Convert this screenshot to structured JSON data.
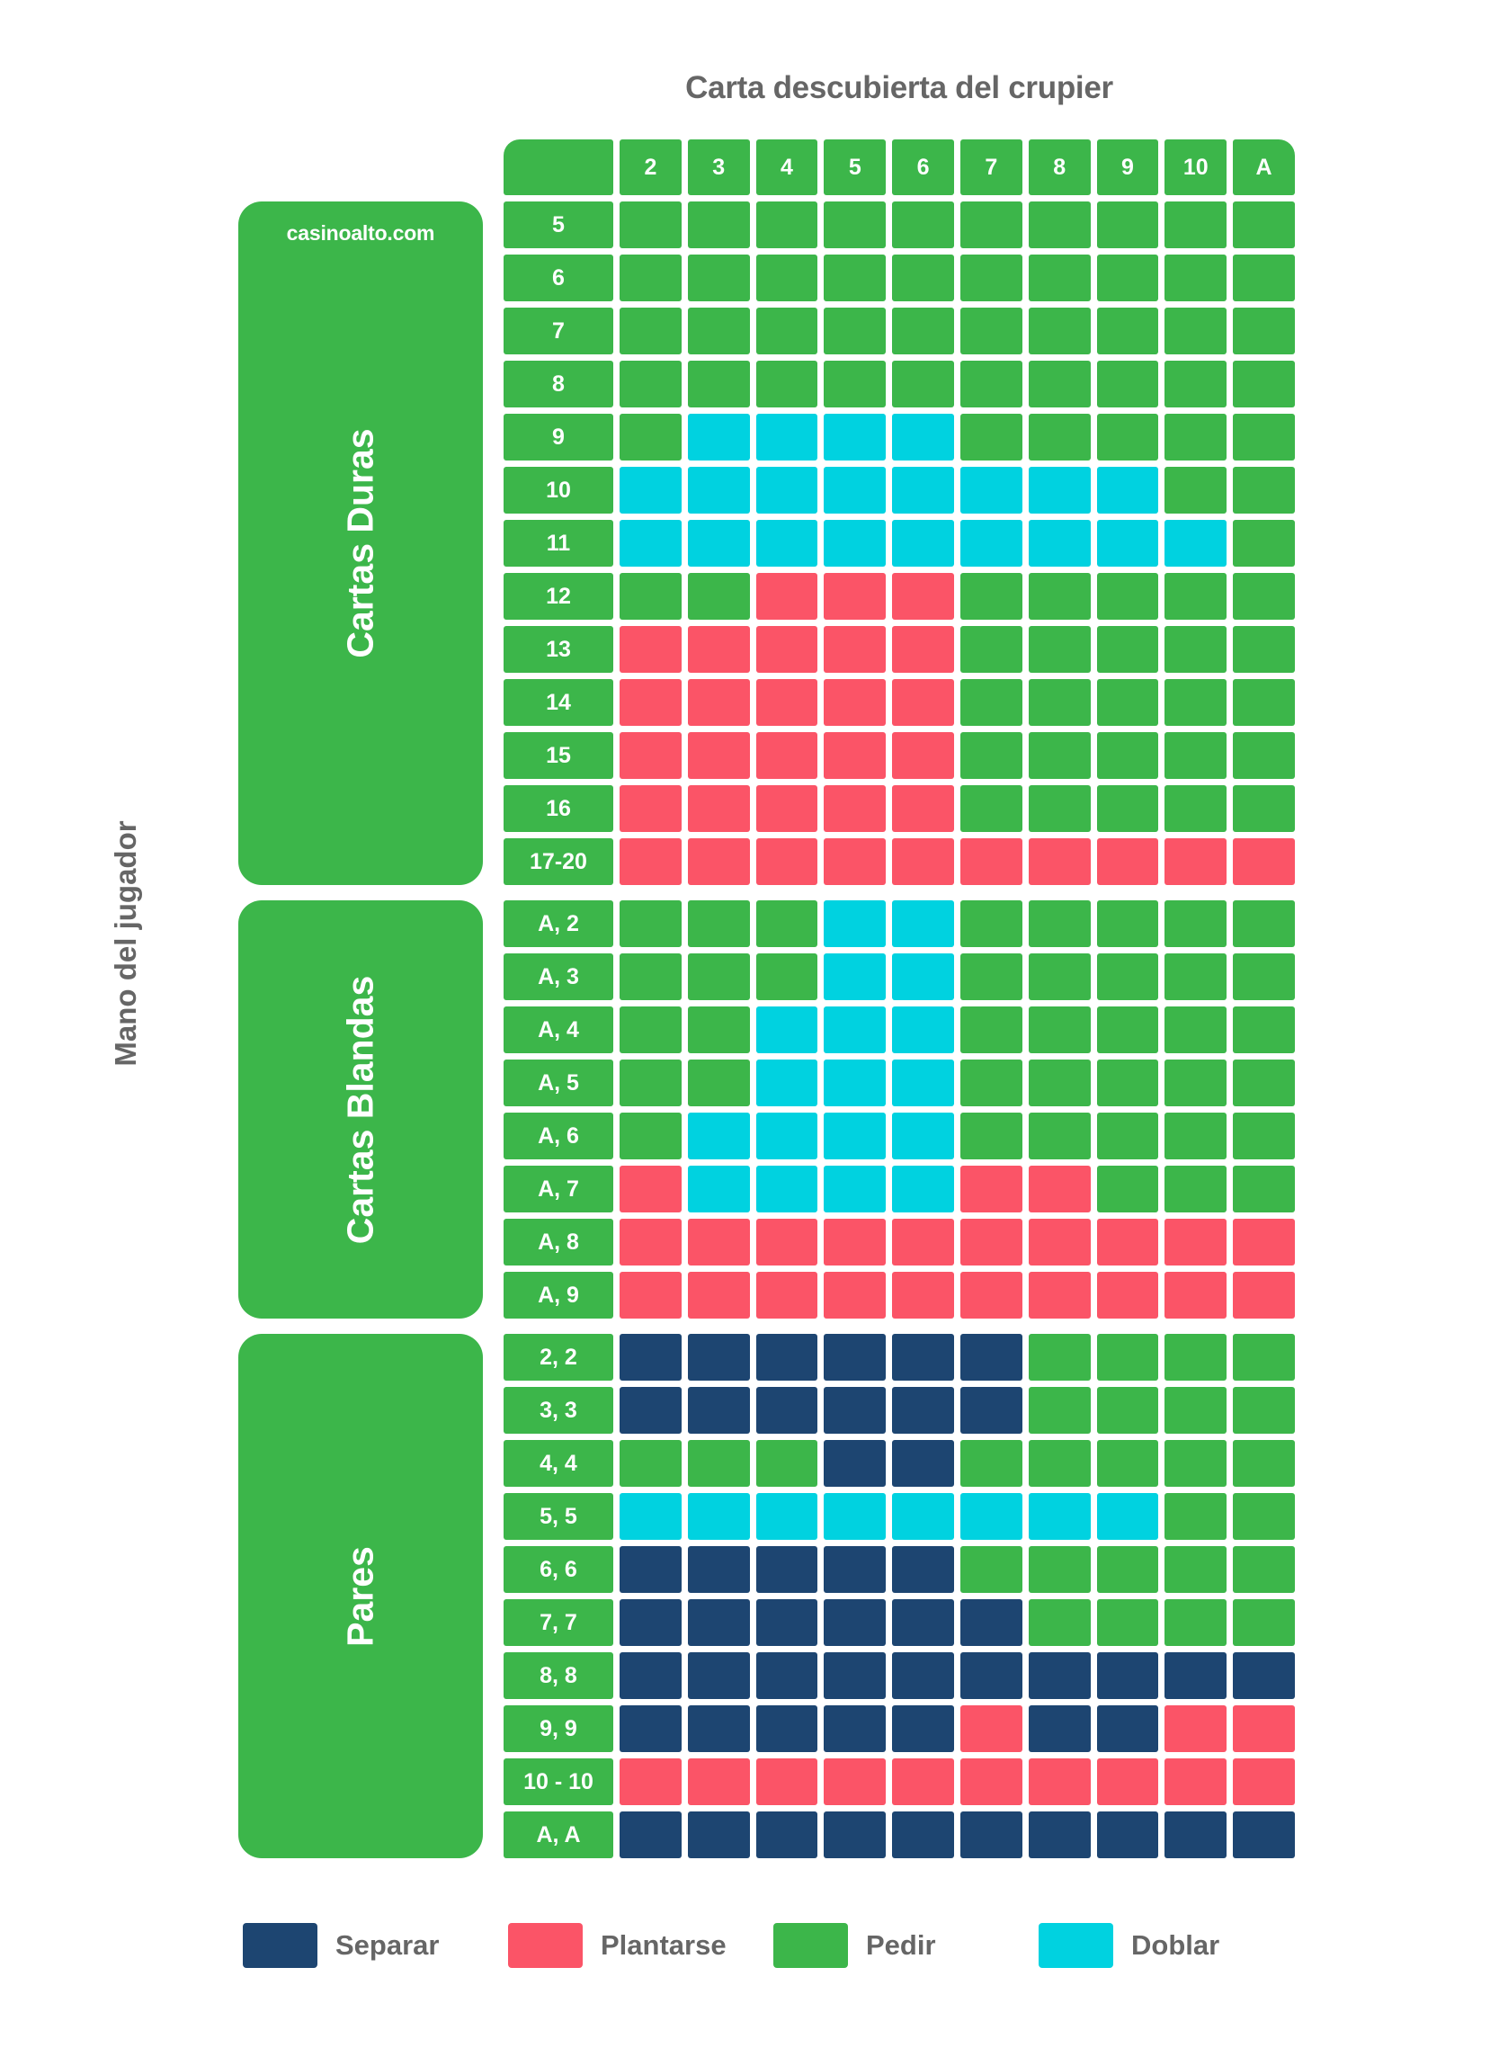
{
  "title": "Carta descubierta del crupier",
  "axis_label": "Mano del jugador",
  "site_tag": "casinoalto.com",
  "colors": {
    "green": "#3cb64a",
    "pink": "#fb5467",
    "cyan": "#00d2e0",
    "blue": "#1d4571",
    "text_gray": "#666666",
    "white": "#ffffff"
  },
  "columns": [
    "2",
    "3",
    "4",
    "5",
    "6",
    "7",
    "8",
    "9",
    "10",
    "A"
  ],
  "sections": [
    {
      "id": "hard",
      "label": "Cartas Duras"
    },
    {
      "id": "soft",
      "label": "Cartas Blandas"
    },
    {
      "id": "pairs",
      "label": "Pares"
    }
  ],
  "legend": [
    {
      "key": "split",
      "color": "#1d4571",
      "label": "Separar"
    },
    {
      "key": "stand",
      "color": "#fb5467",
      "label": "Plantarse"
    },
    {
      "key": "hit",
      "color": "#3cb64a",
      "label": "Pedir"
    },
    {
      "key": "double",
      "color": "#00d2e0",
      "label": "Doblar"
    }
  ],
  "chart_data": {
    "type": "heatmap",
    "title": "Carta descubierta del crupier",
    "xlabel": "Carta descubierta del crupier",
    "ylabel": "Mano del jugador",
    "x": [
      "2",
      "3",
      "4",
      "5",
      "6",
      "7",
      "8",
      "9",
      "10",
      "A"
    ],
    "legend_position": "bottom",
    "value_map": {
      "g": "Pedir",
      "p": "Plantarse",
      "c": "Doblar",
      "b": "Separar"
    },
    "groups": [
      {
        "name": "Cartas Duras",
        "rows": [
          {
            "label": "5",
            "values": [
              "g",
              "g",
              "g",
              "g",
              "g",
              "g",
              "g",
              "g",
              "g",
              "g"
            ]
          },
          {
            "label": "6",
            "values": [
              "g",
              "g",
              "g",
              "g",
              "g",
              "g",
              "g",
              "g",
              "g",
              "g"
            ]
          },
          {
            "label": "7",
            "values": [
              "g",
              "g",
              "g",
              "g",
              "g",
              "g",
              "g",
              "g",
              "g",
              "g"
            ]
          },
          {
            "label": "8",
            "values": [
              "g",
              "g",
              "g",
              "g",
              "g",
              "g",
              "g",
              "g",
              "g",
              "g"
            ]
          },
          {
            "label": "9",
            "values": [
              "g",
              "c",
              "c",
              "c",
              "c",
              "g",
              "g",
              "g",
              "g",
              "g"
            ]
          },
          {
            "label": "10",
            "values": [
              "c",
              "c",
              "c",
              "c",
              "c",
              "c",
              "c",
              "c",
              "g",
              "g"
            ]
          },
          {
            "label": "11",
            "values": [
              "c",
              "c",
              "c",
              "c",
              "c",
              "c",
              "c",
              "c",
              "c",
              "g"
            ]
          },
          {
            "label": "12",
            "values": [
              "g",
              "g",
              "p",
              "p",
              "p",
              "g",
              "g",
              "g",
              "g",
              "g"
            ]
          },
          {
            "label": "13",
            "values": [
              "p",
              "p",
              "p",
              "p",
              "p",
              "g",
              "g",
              "g",
              "g",
              "g"
            ]
          },
          {
            "label": "14",
            "values": [
              "p",
              "p",
              "p",
              "p",
              "p",
              "g",
              "g",
              "g",
              "g",
              "g"
            ]
          },
          {
            "label": "15",
            "values": [
              "p",
              "p",
              "p",
              "p",
              "p",
              "g",
              "g",
              "g",
              "g",
              "g"
            ]
          },
          {
            "label": "16",
            "values": [
              "p",
              "p",
              "p",
              "p",
              "p",
              "g",
              "g",
              "g",
              "g",
              "g"
            ]
          },
          {
            "label": "17-20",
            "values": [
              "p",
              "p",
              "p",
              "p",
              "p",
              "p",
              "p",
              "p",
              "p",
              "p"
            ]
          }
        ]
      },
      {
        "name": "Cartas Blandas",
        "rows": [
          {
            "label": "A, 2",
            "values": [
              "g",
              "g",
              "g",
              "c",
              "c",
              "g",
              "g",
              "g",
              "g",
              "g"
            ]
          },
          {
            "label": "A, 3",
            "values": [
              "g",
              "g",
              "g",
              "c",
              "c",
              "g",
              "g",
              "g",
              "g",
              "g"
            ]
          },
          {
            "label": "A, 4",
            "values": [
              "g",
              "g",
              "c",
              "c",
              "c",
              "g",
              "g",
              "g",
              "g",
              "g"
            ]
          },
          {
            "label": "A, 5",
            "values": [
              "g",
              "g",
              "c",
              "c",
              "c",
              "g",
              "g",
              "g",
              "g",
              "g"
            ]
          },
          {
            "label": "A, 6",
            "values": [
              "g",
              "c",
              "c",
              "c",
              "c",
              "g",
              "g",
              "g",
              "g",
              "g"
            ]
          },
          {
            "label": "A, 7",
            "values": [
              "p",
              "c",
              "c",
              "c",
              "c",
              "p",
              "p",
              "g",
              "g",
              "g"
            ]
          },
          {
            "label": "A, 8",
            "values": [
              "p",
              "p",
              "p",
              "p",
              "p",
              "p",
              "p",
              "p",
              "p",
              "p"
            ]
          },
          {
            "label": "A, 9",
            "values": [
              "p",
              "p",
              "p",
              "p",
              "p",
              "p",
              "p",
              "p",
              "p",
              "p"
            ]
          }
        ]
      },
      {
        "name": "Pares",
        "rows": [
          {
            "label": "2, 2",
            "values": [
              "b",
              "b",
              "b",
              "b",
              "b",
              "b",
              "g",
              "g",
              "g",
              "g"
            ]
          },
          {
            "label": "3, 3",
            "values": [
              "b",
              "b",
              "b",
              "b",
              "b",
              "b",
              "g",
              "g",
              "g",
              "g"
            ]
          },
          {
            "label": "4, 4",
            "values": [
              "g",
              "g",
              "g",
              "b",
              "b",
              "g",
              "g",
              "g",
              "g",
              "g"
            ]
          },
          {
            "label": "5, 5",
            "values": [
              "c",
              "c",
              "c",
              "c",
              "c",
              "c",
              "c",
              "c",
              "g",
              "g"
            ]
          },
          {
            "label": "6, 6",
            "values": [
              "b",
              "b",
              "b",
              "b",
              "b",
              "g",
              "g",
              "g",
              "g",
              "g"
            ]
          },
          {
            "label": "7, 7",
            "values": [
              "b",
              "b",
              "b",
              "b",
              "b",
              "b",
              "g",
              "g",
              "g",
              "g"
            ]
          },
          {
            "label": "8, 8",
            "values": [
              "b",
              "b",
              "b",
              "b",
              "b",
              "b",
              "b",
              "b",
              "b",
              "b"
            ]
          },
          {
            "label": "9, 9",
            "values": [
              "b",
              "b",
              "b",
              "b",
              "b",
              "p",
              "b",
              "b",
              "p",
              "p"
            ]
          },
          {
            "label": "10 - 10",
            "values": [
              "p",
              "p",
              "p",
              "p",
              "p",
              "p",
              "p",
              "p",
              "p",
              "p"
            ]
          },
          {
            "label": "A, A",
            "values": [
              "b",
              "b",
              "b",
              "b",
              "b",
              "b",
              "b",
              "b",
              "b",
              "b"
            ]
          }
        ]
      }
    ]
  }
}
